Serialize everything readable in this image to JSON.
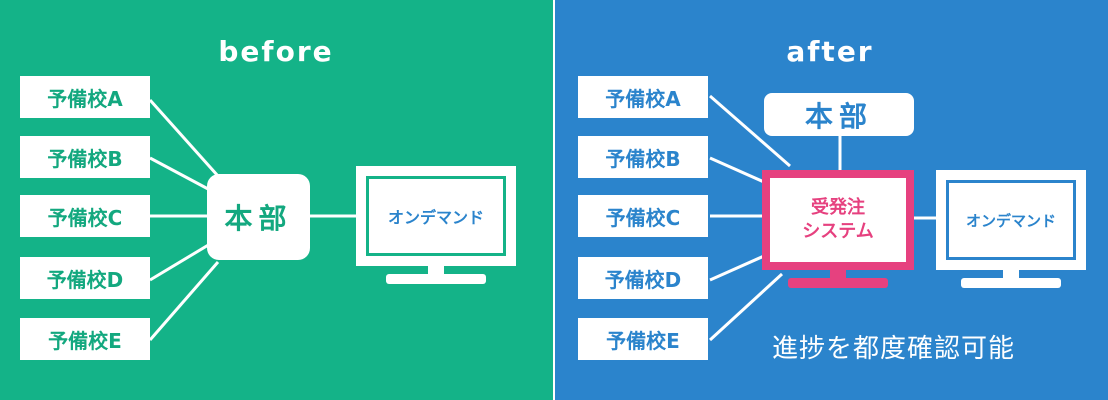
{
  "before": {
    "title": "before",
    "schools": [
      "予備校A",
      "予備校B",
      "予備校C",
      "予備校D",
      "予備校E"
    ],
    "hq": "本部",
    "monitor_label": "オンデマンド"
  },
  "after": {
    "title": "after",
    "schools": [
      "予備校A",
      "予備校B",
      "予備校C",
      "予備校D",
      "予備校E"
    ],
    "hq": "本部",
    "system_line1": "受発注",
    "system_line2": "システム",
    "monitor_label": "オンデマンド",
    "note": "進捗を都度確認可能"
  },
  "colors": {
    "before_bg": "#14b388",
    "after_bg": "#2b84cc",
    "system_accent": "#e6417f",
    "white": "#ffffff"
  }
}
